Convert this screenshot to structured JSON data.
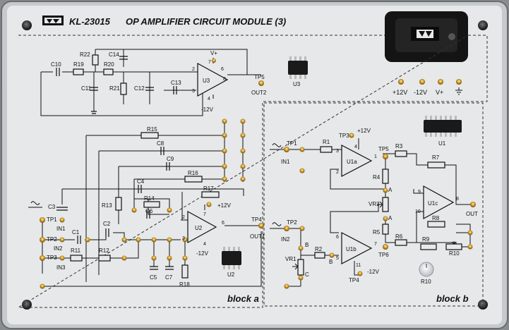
{
  "header": {
    "model": "KL-23015",
    "title": "OP AMPLIFIER CIRCUIT MODULE (3)"
  },
  "block_labels": {
    "a": "block a",
    "b": "block b"
  },
  "power_rail": [
    "+12V",
    "-12V",
    "V+"
  ],
  "block_a": {
    "filter": {
      "c10": "C10",
      "r19": "R19",
      "r20": "R20",
      "r22": "R22",
      "c14": "C14",
      "c11": "C11",
      "r21": "R21",
      "c12": "C12",
      "c13": "C13"
    },
    "u3": {
      "name": "U3",
      "chip": "U3",
      "vplus": "V+",
      "vminus": "-12V",
      "pin2": "2",
      "pin3": "3",
      "pin4": "4",
      "pin6": "6",
      "pin7": "7",
      "pin8": "8",
      "tp": "TP5",
      "out": "OUT2"
    },
    "network": {
      "r15": "R15",
      "c8": "C8",
      "c9": "C9",
      "r16": "R16",
      "c4": "C4",
      "r14": "R14",
      "c6": "C6",
      "r17": "R17",
      "r13": "R13",
      "c3": "C3",
      "vplus": "+12V"
    },
    "inputs": {
      "tp1": "TP1",
      "in1": "IN1",
      "tp2": "TP2",
      "in2": "IN2",
      "tp3": "TP3",
      "in3": "IN3",
      "c1": "C1",
      "c2": "C2",
      "r11": "R11",
      "r12": "R12"
    },
    "u2": {
      "name": "U2",
      "chip": "U2",
      "vminus": "-12V",
      "pin2": "2",
      "pin3": "3",
      "pin4": "4",
      "pin6": "6",
      "pin7": "7",
      "tp": "TP4",
      "out": "OUT1"
    },
    "bottom": {
      "c5": "C5",
      "c7": "C7",
      "r18": "R18"
    }
  },
  "block_b": {
    "chip": "U1",
    "tp1": "TP1",
    "in1": "IN1",
    "r1": "R1",
    "tp3": "TP3",
    "vplus": "+12V",
    "u1a": {
      "name": "U1a",
      "pin3": "3",
      "pin2": "2",
      "pin4": "4",
      "pin1": "1"
    },
    "tp5": "TP5",
    "r3": "R3",
    "r7": "R7",
    "r4": "R4",
    "a1": "A",
    "vr3": "VR3",
    "a2": "A",
    "r5": "R5",
    "u1c": {
      "name": "U1c",
      "pin9": "9",
      "pin10": "10",
      "pin8": "8"
    },
    "out": "OUT",
    "r8": "R8",
    "tp2": "TP2",
    "in2": "IN2",
    "vr1": "VR1",
    "b1": "B",
    "b2": "B",
    "c": "C",
    "r2": "R2",
    "u1b": {
      "name": "U1b",
      "pin5": "5",
      "pin6": "6",
      "pin7": "7",
      "pin11": "11"
    },
    "tp6": "TP6",
    "r6": "R6",
    "r9": "R9",
    "r10": "R10",
    "vminus": "-12V",
    "tp4": "TP4",
    "knob": "R10"
  }
}
